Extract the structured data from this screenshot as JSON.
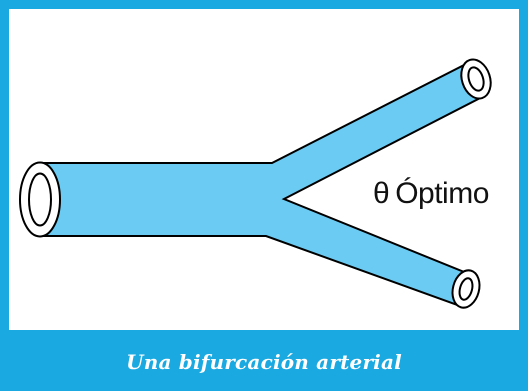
{
  "diagram": {
    "angle_symbol": "θ",
    "angle_label": "Óptimo",
    "colors": {
      "vessel_fill": "#6ccbf2",
      "outline": "#000000",
      "frame": "#1ba9e1",
      "caption_bar": "#1ba9e1",
      "caption_text": "#ffffff"
    }
  },
  "caption": {
    "text": "Una bifurcación arterial"
  }
}
